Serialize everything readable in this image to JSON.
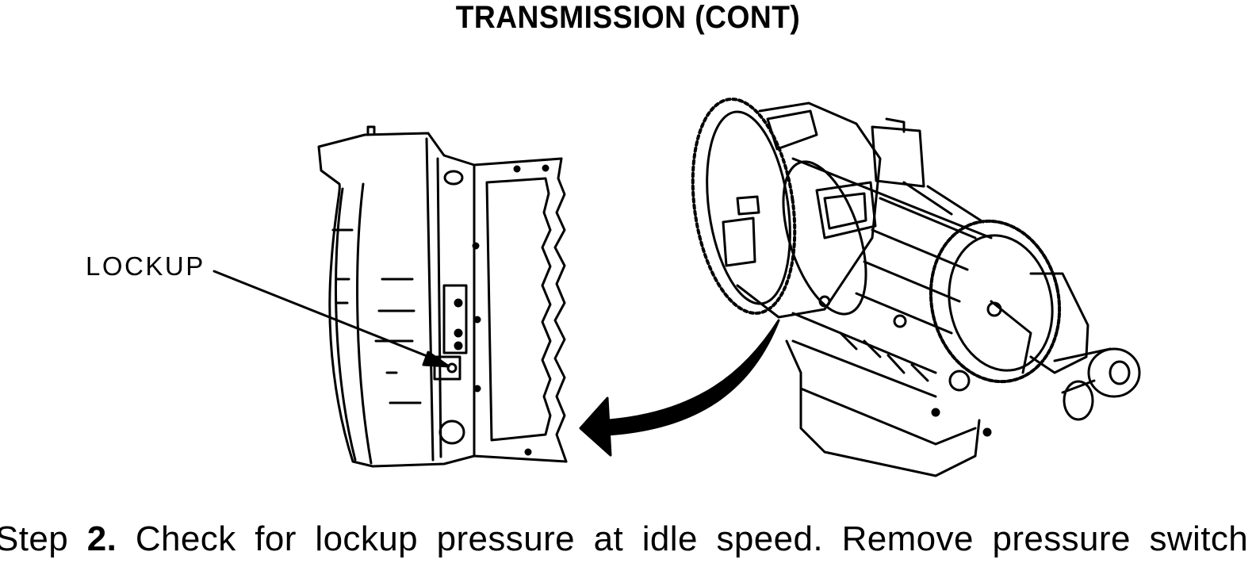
{
  "header": {
    "title": "TRANSMISSION  (CONT)"
  },
  "figure": {
    "callout_label": "LOCKUP"
  },
  "step": {
    "prefix": "Step",
    "number": "2.",
    "text": "Check for lockup pressure at idle speed. Remove pressure switch"
  }
}
